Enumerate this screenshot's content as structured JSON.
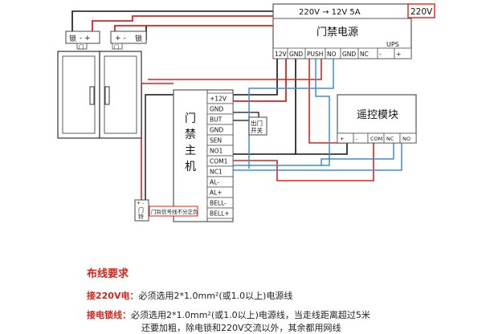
{
  "power_supply": {
    "input_label": "220V",
    "voltage_line": "220V  →  12V 5A",
    "title": "门禁电源",
    "ups_label": "UPS",
    "terminals": [
      "12V",
      "GND",
      "PUSH",
      "NO",
      "GND",
      "NC",
      "-",
      "+"
    ]
  },
  "locks": [
    {
      "polarity": "- +",
      "name": "锁",
      "sub": "门"
    },
    {
      "polarity": "+ -",
      "name": "锁",
      "sub": "门"
    }
  ],
  "controller": {
    "title_chars": [
      "门",
      "禁",
      "主",
      "机"
    ],
    "terminals": [
      "+12V",
      "GND",
      "BUT",
      "GND",
      "SEN",
      "NO1",
      "COM1",
      "NC1",
      "AL-",
      "AL+",
      "BELL-",
      "BELL+"
    ]
  },
  "exit_switch": {
    "label_line1": "出门",
    "label_line2": "开关"
  },
  "remote_module": {
    "title": "遥控模块",
    "terminals": [
      "+",
      "-",
      "COM",
      "NC",
      "NO"
    ]
  },
  "door_sensor": {
    "polarity": "+ -",
    "label_line1": "门",
    "label_line2": "铃"
  },
  "door_sensor_note": "门铃信号线不分正负",
  "wiring_notes": {
    "heading": "布线要求",
    "power_line_label": "接220V电：",
    "power_line_text": "必须选用2*1.0mm²(或1.0以上)电源线",
    "lock_line_label": "接电锁线：",
    "lock_line_text": "必须选用2*1.0mm²(或1.0以上)电源线，当走线距离超过5米",
    "lock_line_text2": "还要加粗，除电锁和220V交流以外，其余都用网线"
  },
  "colors": {
    "red": "#d8231e",
    "black": "#111111",
    "blue": "#3a8fd6",
    "box_stroke": "#555555"
  }
}
